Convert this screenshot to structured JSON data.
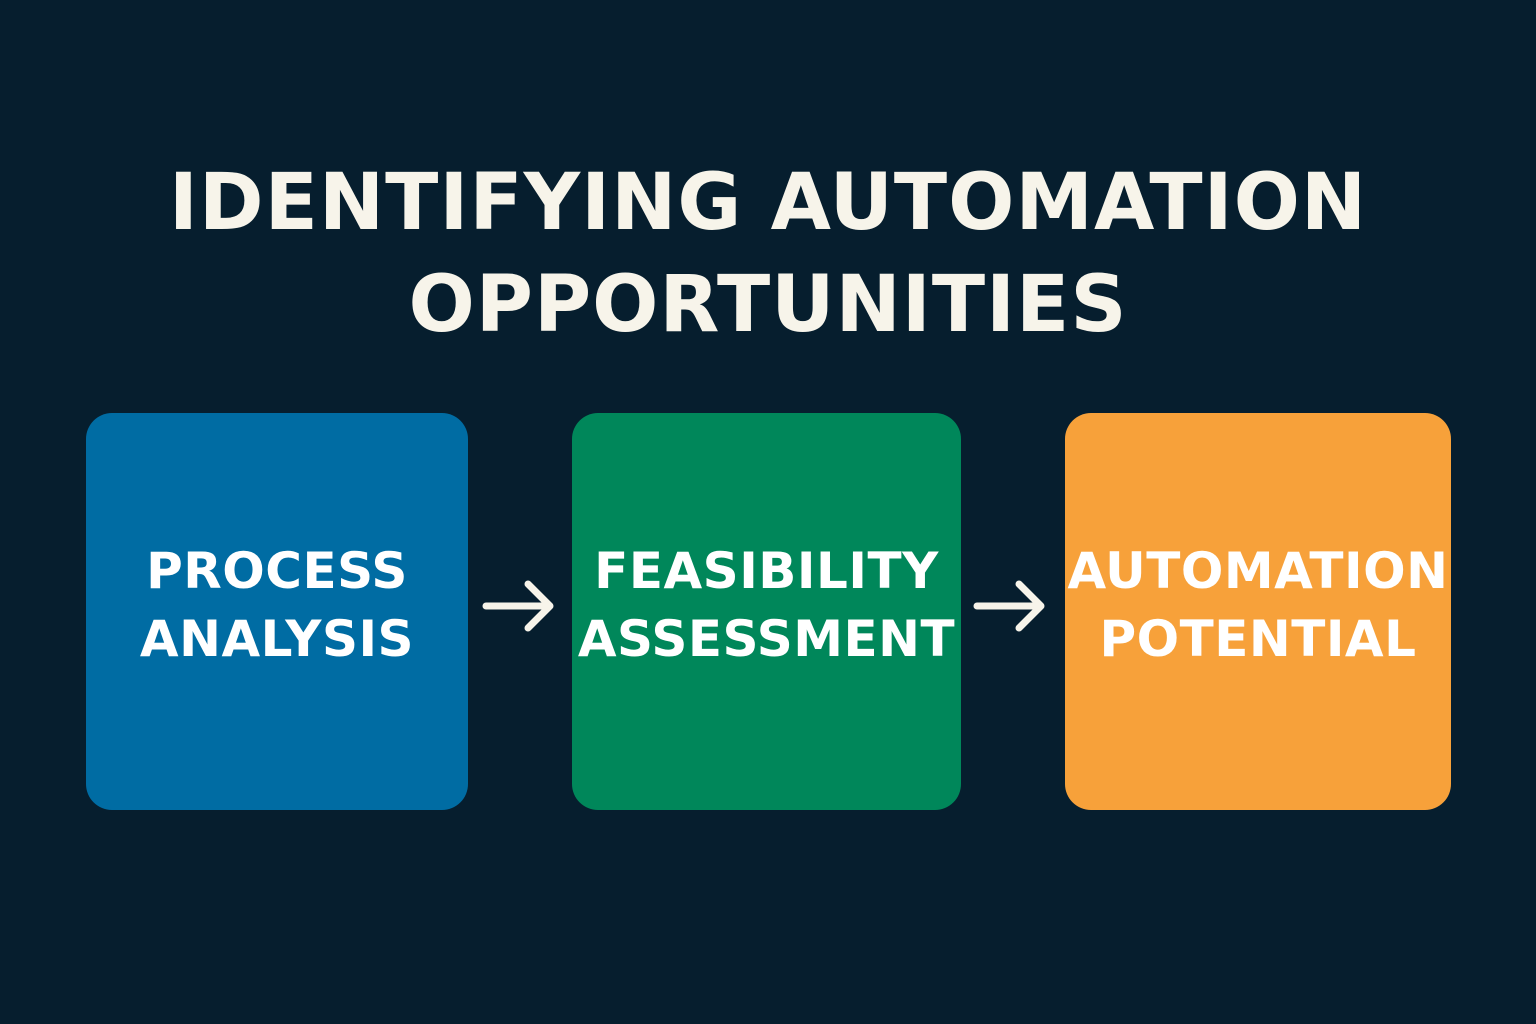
{
  "title": {
    "line1": "IDENTIFYING AUTOMATION",
    "line2": "OPPORTUNITIES"
  },
  "steps": [
    {
      "line1": "PROCESS",
      "line2": "ANALYSIS",
      "color": "#006ca3"
    },
    {
      "line1": "FEASIBILITY",
      "line2": "ASSESSMENT",
      "color": "#00875a"
    },
    {
      "line1": "AUTOMATION",
      "line2": "POTENTIAL",
      "color": "#f7a13a"
    }
  ],
  "colors": {
    "background": "#061e2e",
    "title": "#f7f4ea",
    "arrow": "#f7f4ea"
  },
  "icons": {
    "connector": "arrow-right-icon"
  }
}
